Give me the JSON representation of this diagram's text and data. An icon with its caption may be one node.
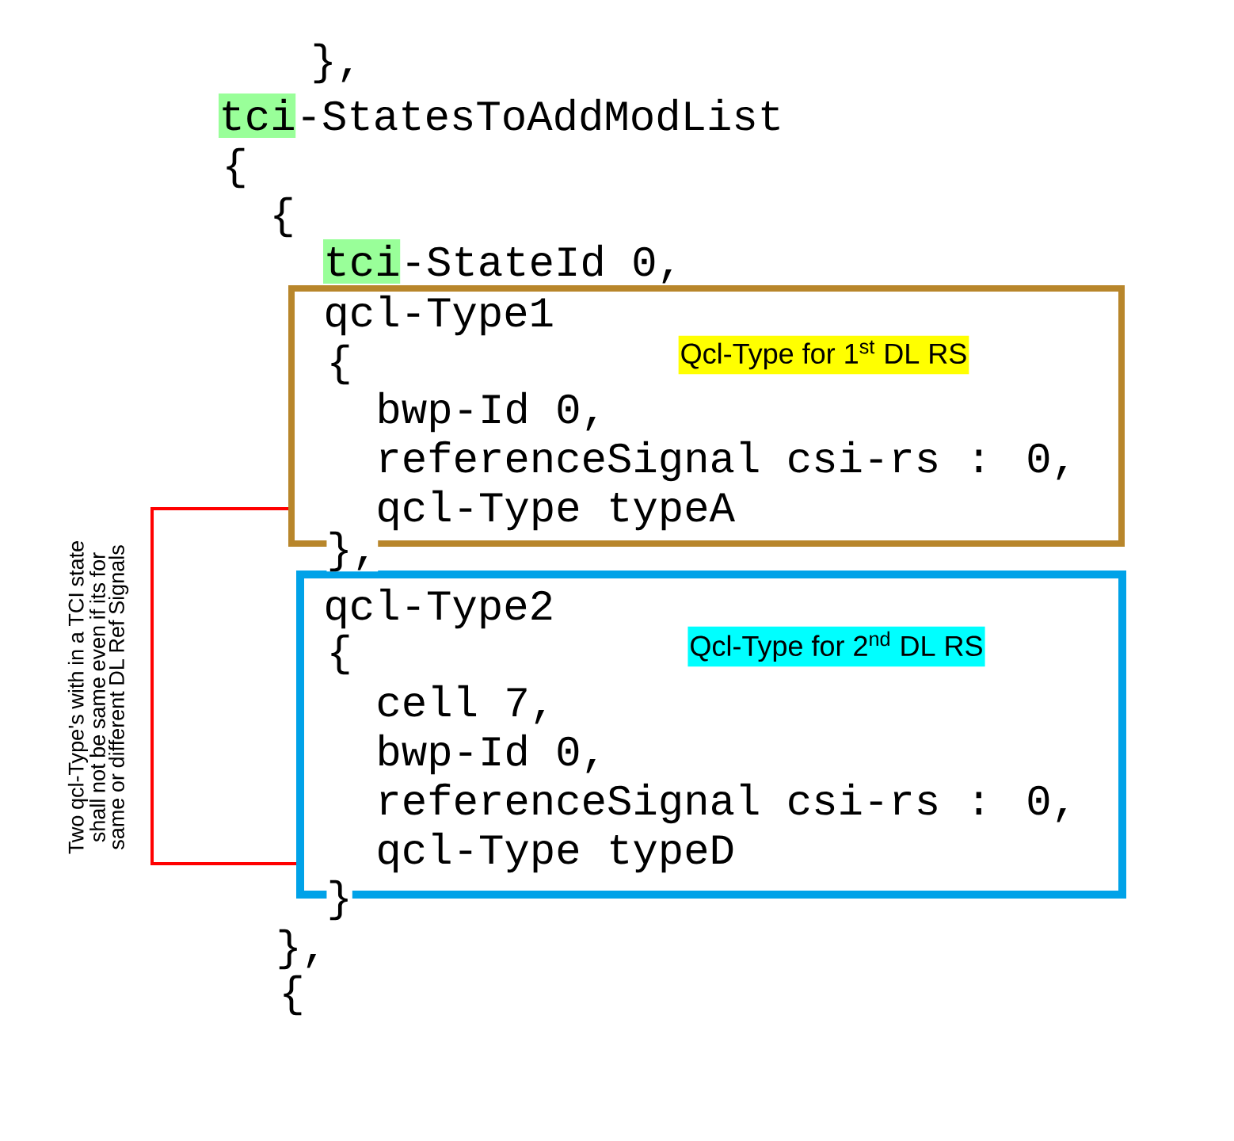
{
  "diagram": {
    "nodes": [
      {
        "text": [
          "qcl-Type1",
          "{",
          "bwp-Id 0,",
          "referenceSignal csi-rs : 0,",
          "qcl-Type typeA"
        ]
      },
      {
        "text": [
          "Qcl-Type for 1$^{st}$ DL RS"
        ],
        "in": 0
      },
      {
        "text": [
          "qcl-Type2",
          "{",
          "cell 7,",
          "bwp-Id 0,",
          "referenceSignal csi-rs : 0,",
          "qcl-Type typeD"
        ]
      },
      {
        "text": [
          "Qcl-Type for 2$^{nd}$  DL RS"
        ],
        "in": 2
      }
    ],
    "edges": [
      {
        "from": 0,
        "to": 2,
        "arrow": "none",
        "color": "#ff0000",
        "label": "Two qcl-Type's with in a TCI state shall not be same even if its for same or different DL Ref Signals"
      }
    ],
    "labels": [
      "},",
      "tci-StatesToAddModList",
      "{",
      "{",
      "tci-StateId 0,",
      "},",
      "}",
      "},",
      "{"
    ]
  }
}
